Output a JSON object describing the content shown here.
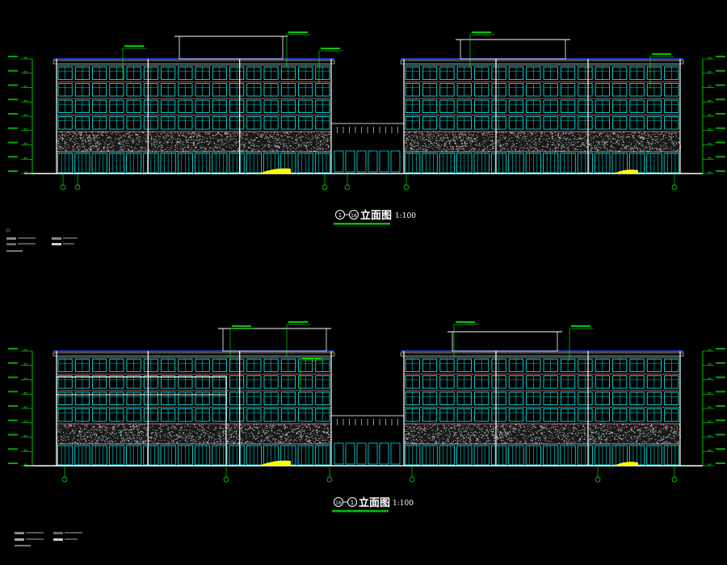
{
  "drawings": [
    {
      "id": "elevation-1",
      "circle_start": "1",
      "circle_end": "16",
      "title_suffix": "立面图",
      "scale": "1:100"
    },
    {
      "id": "elevation-2",
      "circle_start": "16",
      "circle_end": "1",
      "title_suffix": "立面图",
      "scale": "1:100"
    }
  ],
  "colors": {
    "background": "#000000",
    "wall": "#ffffff",
    "window": "#00ffff",
    "floor_line": "#ff2020",
    "dimension": "#00ff00",
    "roof_line": "#3050ff",
    "accent": "#ffff00",
    "title_underline": "#00c000"
  }
}
